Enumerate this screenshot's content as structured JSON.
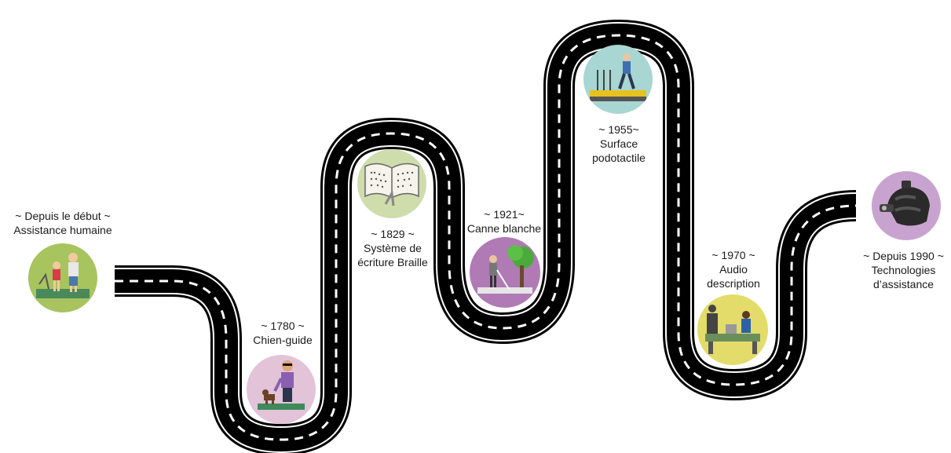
{
  "milestones": [
    {
      "date": "~ Depuis le début ~",
      "lines": [
        "Assistance humaine"
      ],
      "icon": "human-assistance-icon"
    },
    {
      "date": "~ 1780 ~",
      "lines": [
        "Chien-guide"
      ],
      "icon": "guide-dog-icon"
    },
    {
      "date": "~ 1829 ~",
      "lines": [
        "Système de",
        "écriture Braille"
      ],
      "icon": "braille-book-icon"
    },
    {
      "date": "~ 1921~",
      "lines": [
        "Canne blanche"
      ],
      "icon": "white-cane-icon"
    },
    {
      "date": "~ 1955~",
      "lines": [
        "Surface",
        "podotactile"
      ],
      "icon": "tactile-paving-icon"
    },
    {
      "date": "~ 1970 ~",
      "lines": [
        "Audio",
        "description"
      ],
      "icon": "audio-description-icon"
    },
    {
      "date": "~ Depuis 1990 ~",
      "lines": [
        "Technologies",
        "d’assistance"
      ],
      "icon": "assistive-technology-icon"
    }
  ],
  "colors": {
    "road": "#000000",
    "road_edge": "#ffffff",
    "dash": "#ffffff",
    "circle_green": "#a7c45f",
    "circle_pink": "#e2c3d8",
    "circle_light_green": "#cfdcac",
    "circle_purple": "#b07ab5",
    "circle_teal": "#a8d6d2",
    "circle_yellow": "#e3dc6a",
    "circle_mauve": "#c9a3cf"
  }
}
